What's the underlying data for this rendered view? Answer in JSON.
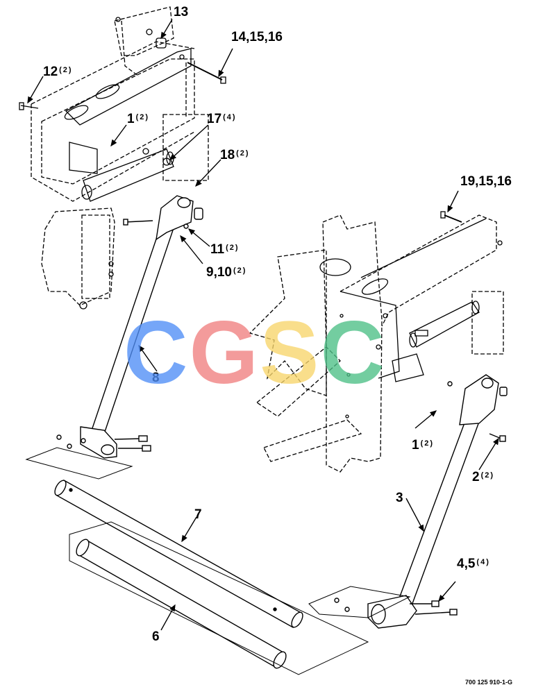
{
  "callouts": {
    "c13": {
      "num": "13",
      "qty": ""
    },
    "c14": {
      "num": "14,15,16",
      "qty": ""
    },
    "c12": {
      "num": "12",
      "qty": "(2)"
    },
    "c1a": {
      "num": "1",
      "qty": "(2)"
    },
    "c17": {
      "num": "17",
      "qty": "(4)"
    },
    "c18": {
      "num": "18",
      "qty": "(2)"
    },
    "c19": {
      "num": "19,15,16",
      "qty": ""
    },
    "c11": {
      "num": "11",
      "qty": "(2)"
    },
    "c9": {
      "num": "9,10",
      "qty": "(2)"
    },
    "c8": {
      "num": "8",
      "qty": ""
    },
    "c1b": {
      "num": "1",
      "qty": "(2)"
    },
    "c2": {
      "num": "2",
      "qty": "(2)"
    },
    "c3": {
      "num": "3",
      "qty": ""
    },
    "c7": {
      "num": "7",
      "qty": ""
    },
    "c45": {
      "num": "4,5",
      "qty": "(4)"
    },
    "c6": {
      "num": "6",
      "qty": ""
    }
  },
  "watermark": {
    "letters": [
      "C",
      "G",
      "S",
      "C"
    ],
    "colors": [
      "#4f8ef7",
      "#f08080",
      "#f8d56b",
      "#4cbf86"
    ]
  },
  "footer": {
    "drawing_number": "700 125 910-1-G"
  }
}
